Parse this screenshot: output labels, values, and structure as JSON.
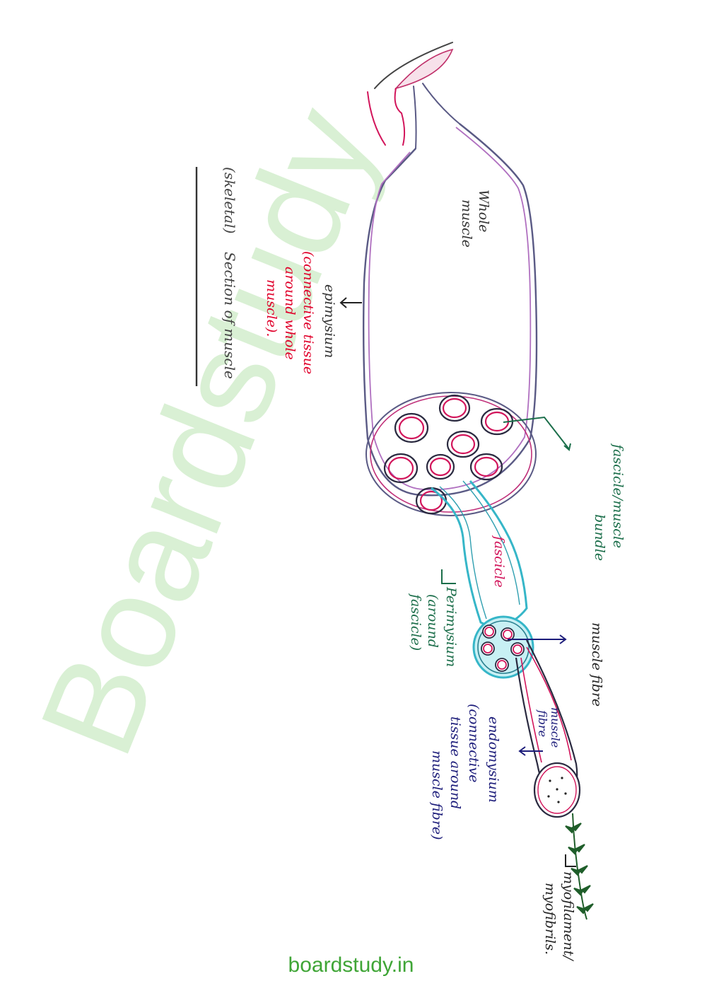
{
  "watermark": "Boardstudy",
  "footer": "boardstudy.in",
  "colors": {
    "outline": "#5a5a85",
    "epimysium": "#b070c0",
    "bundle": "#d2155b",
    "perimysium": "#36b6c8",
    "label_red": "#e0002a",
    "label_green": "#1b6e4a",
    "label_navy": "#1c1c7a",
    "label_gray": "#444444",
    "myofilament": "#1f5e2a",
    "watermark": "#d9f0d4"
  },
  "labels": {
    "title_prefix": "(skeletal)",
    "title": "Section of muscle",
    "whole_muscle_line1": "Whole",
    "whole_muscle_line2": "muscle",
    "epimysium": "epimysium",
    "epimysium_desc1": "(connective tissue",
    "epimysium_desc2": "around whole",
    "epimysium_desc3": "muscle).",
    "fascicle_bundle_line1": "fascicle/muscle",
    "fascicle_bundle_line2": "bundle",
    "fascicle": "fascicle",
    "perimysium_line1": "Perimysium",
    "perimysium_line2": "(around",
    "perimysium_line3": "fascicle)",
    "muscle_fibre": "muscle fibre",
    "muscle_fibre_inner1": "muscle",
    "muscle_fibre_inner2": "fibre",
    "endomysium_line1": "endomysium",
    "endomysium_line2": "(connective",
    "endomysium_line3": "tissue around",
    "endomysium_line4": "muscle fibre)",
    "myofilament_line1": "myofilament/",
    "myofilament_line2": "myofibrils."
  }
}
